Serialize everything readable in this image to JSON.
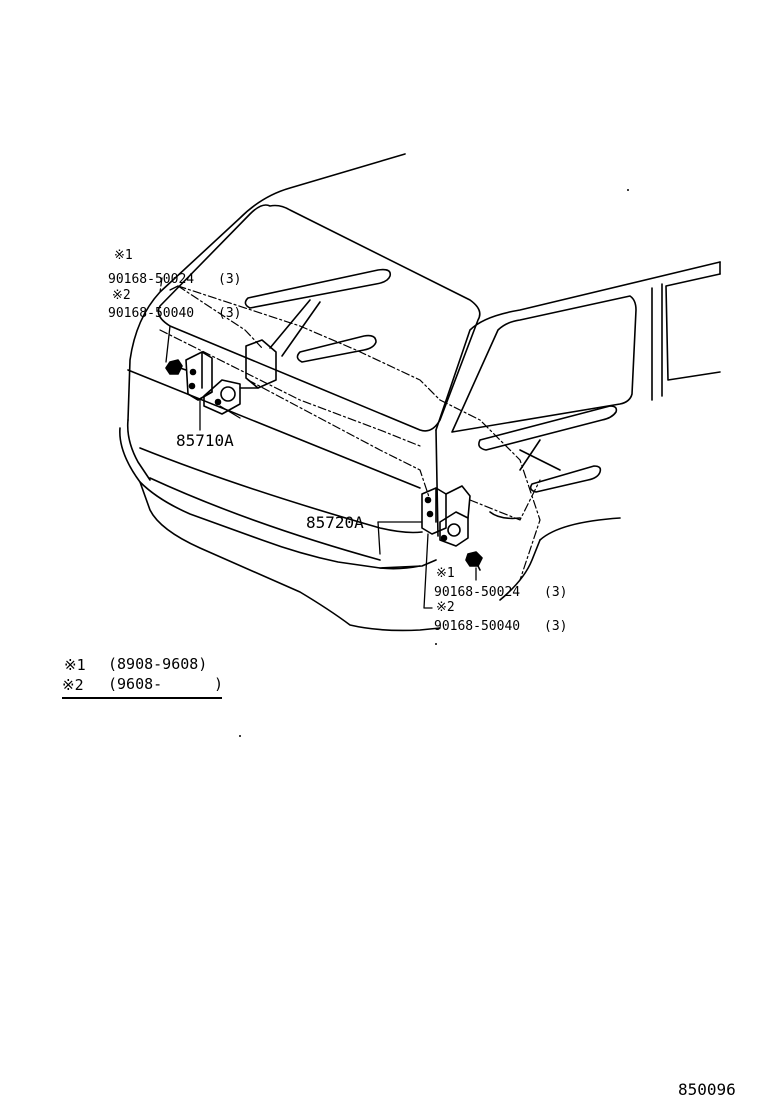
{
  "labels": {
    "top_mark1": "※1",
    "top_part1": "90168-50024",
    "top_qty1": "(3)",
    "top_mark2": "※2",
    "top_part2": "90168-50040",
    "top_qty2": "(3)",
    "left_hinge": "85710A",
    "right_hinge": "85720A",
    "bot_mark1": "※1",
    "bot_part1": "90168-50024",
    "bot_qty1": "(3)",
    "bot_mark2": "※2",
    "bot_part2": "90168-50040",
    "bot_qty2": "(3)"
  },
  "legend": {
    "mark1": "※1",
    "range1": "(8908-9608)",
    "mark2": "※2",
    "range2": "(9608-",
    "range2_close": ")"
  },
  "figure_number": "850096"
}
